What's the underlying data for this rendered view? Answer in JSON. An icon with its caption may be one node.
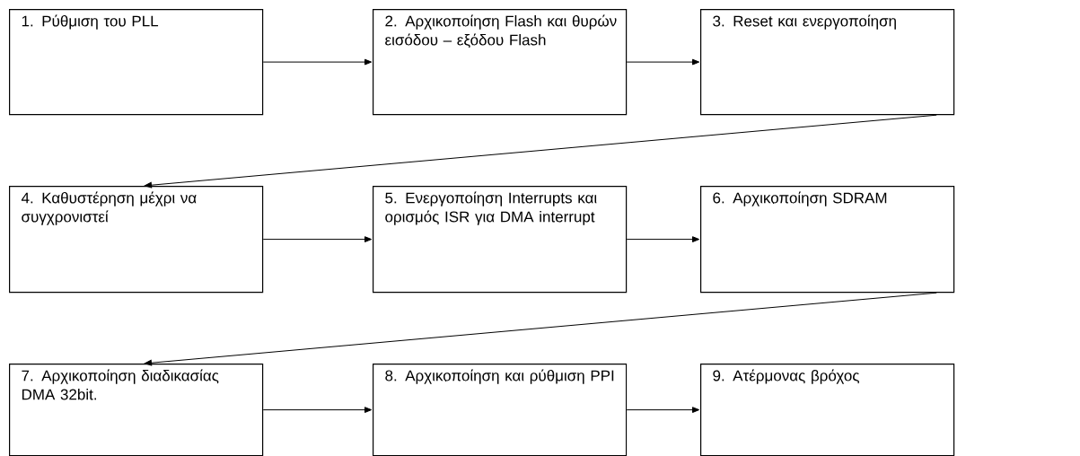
{
  "diagram": {
    "nodes": [
      {
        "text": [
          "1. Ρύθμιση του PLL"
        ]
      },
      {
        "text": [
          "2. Αρχικοποίηση Flash και θυρών εισόδου – εξόδου Flash"
        ]
      },
      {
        "text": [
          "3. Reset και ενεργοποίηση"
        ]
      },
      {
        "text": [
          "4. Καθυστέρηση μέχρι να συγχρονιστεί"
        ]
      },
      {
        "text": [
          "5. Ενεργοποίηση Interrupts και ορισμός ISR για DMA interrupt"
        ]
      },
      {
        "text": [
          "6. Αρχικοποίηση SDRAM"
        ]
      },
      {
        "text": [
          "7. Αρχικοποίηση διαδικασίας DMA 32bit."
        ]
      },
      {
        "text": [
          "8. Αρχικοποίηση και ρύθμιση PPI"
        ]
      },
      {
        "text": [
          "9. Ατέρμονας βρόχος"
        ]
      }
    ],
    "edges": [
      {
        "from": 0,
        "to": 1,
        "arrow": "to"
      },
      {
        "from": 1,
        "to": 2,
        "arrow": "to"
      },
      {
        "from": 2,
        "to": 3,
        "arrow": "to"
      },
      {
        "from": 3,
        "to": 4,
        "arrow": "to"
      },
      {
        "from": 4,
        "to": 5,
        "arrow": "to"
      },
      {
        "from": 5,
        "to": 6,
        "arrow": "to"
      },
      {
        "from": 6,
        "to": 7,
        "arrow": "to"
      },
      {
        "from": 7,
        "to": 8,
        "arrow": "to"
      }
    ]
  }
}
